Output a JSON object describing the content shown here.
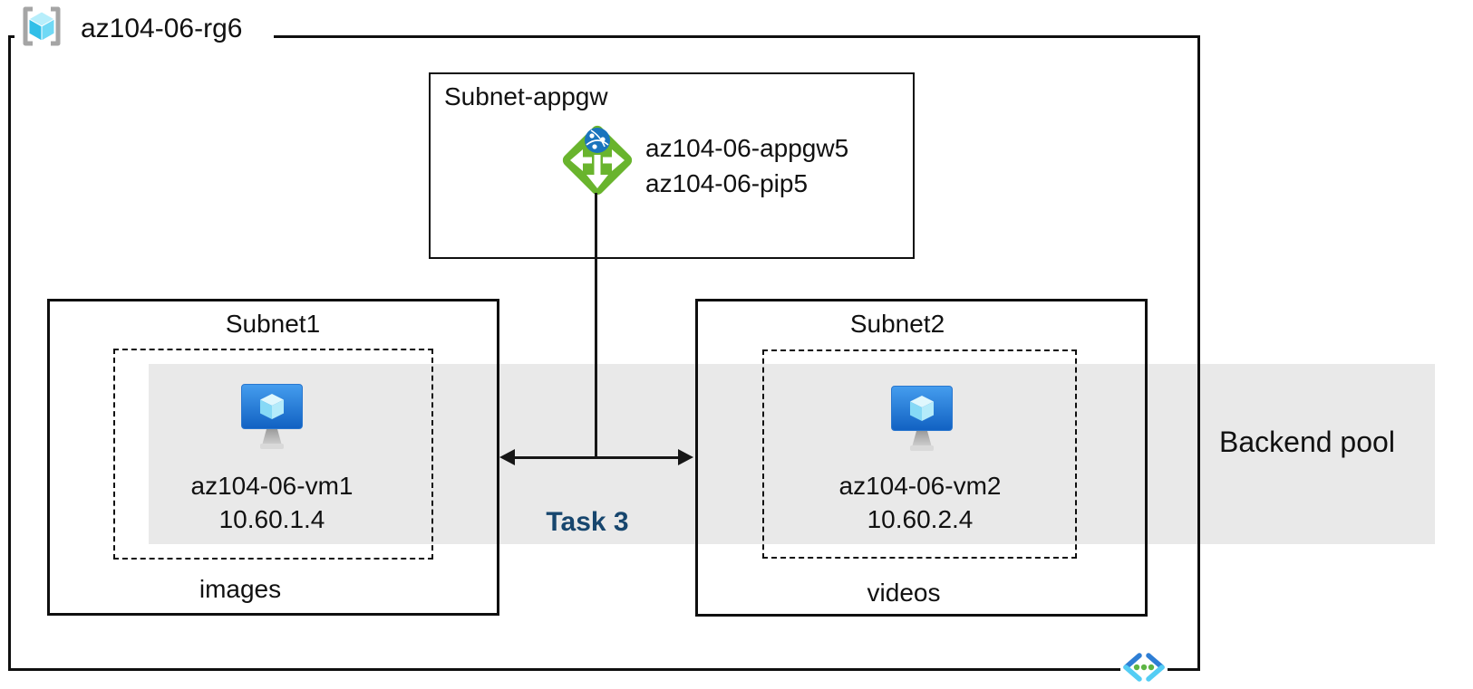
{
  "diagram": {
    "resource_group": {
      "name": "az104-06-rg6"
    },
    "gateway_subnet": {
      "label": "Subnet-appgw",
      "gateway_name": "az104-06-appgw5",
      "public_ip_name": "az104-06-pip5"
    },
    "subnet1": {
      "label": "Subnet1",
      "vm_name": "az104-06-vm1",
      "vm_ip": "10.60.1.4",
      "storage_label": "images"
    },
    "subnet2": {
      "label": "Subnet2",
      "vm_name": "az104-06-vm2",
      "vm_ip": "10.60.2.4",
      "storage_label": "videos"
    },
    "backend_pool_label": "Backend pool",
    "task_label": "Task 3",
    "colors": {
      "backend_band": "#e9e9e9",
      "appgw_green": "#69b42d",
      "globe_blue": "#1a74bd",
      "vm_screen_top": "#459dee",
      "vm_screen_bottom": "#1161c2",
      "task_text": "#17466e",
      "rg_cube_cyan": "#31bfe8",
      "bracket_gray": "#a5a5a5",
      "vnet_dark_blue": "#2e7ed5",
      "vnet_light_blue": "#54cdf4",
      "vnet_dot_green": "#5db544"
    },
    "icons": [
      "resource-group-icon",
      "application-gateway-icon",
      "virtual-machine-icon",
      "virtual-network-icon"
    ]
  }
}
